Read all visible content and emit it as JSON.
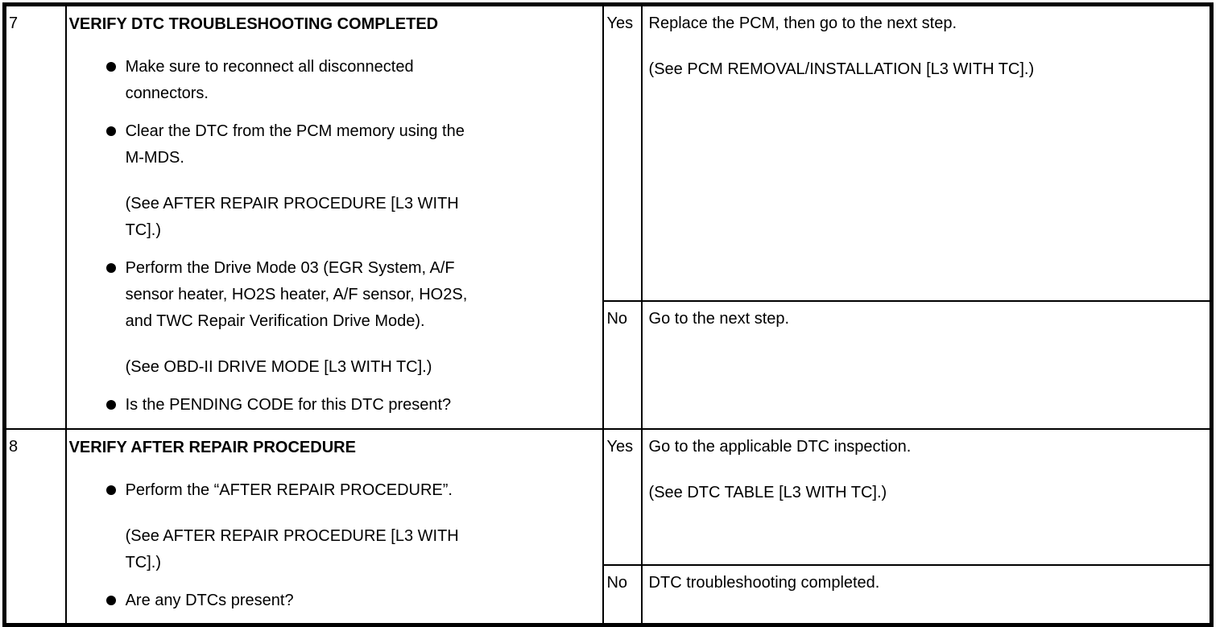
{
  "page": {
    "background_color": "#ffffff",
    "line_color": "#000000",
    "text_color": "#000000"
  },
  "table": {
    "steps": [
      {
        "step": "7",
        "title": "VERIFY DTC TROUBLESHOOTING COMPLETED",
        "blocks": [
          {
            "type": "bullet",
            "lines": [
              "Make sure to reconnect all disconnected",
              "connectors."
            ]
          },
          {
            "type": "bullet",
            "lines": [
              "Clear the DTC from the PCM memory using the",
              "M-MDS."
            ]
          },
          {
            "type": "note",
            "lines": [
              "(See AFTER REPAIR PROCEDURE [L3 WITH",
              "TC].)"
            ]
          },
          {
            "type": "bullet",
            "lines": [
              "Perform the Drive Mode 03 (EGR System, A/F",
              "sensor heater, HO2S heater, A/F sensor, HO2S,",
              "and TWC Repair Verification Drive Mode)."
            ]
          },
          {
            "type": "note",
            "lines": [
              "(See OBD-II DRIVE MODE [L3 WITH TC].)"
            ]
          },
          {
            "type": "bullet",
            "lines": [
              "Is the PENDING CODE for this DTC present?"
            ]
          }
        ],
        "yes": {
          "label": "Yes",
          "paragraphs": [
            [
              "Replace the PCM, then go to the next step."
            ],
            [
              "(See PCM REMOVAL/INSTALLATION [L3 WITH TC].)"
            ]
          ]
        },
        "no": {
          "label": "No",
          "paragraphs": [
            [
              "Go to the next step."
            ]
          ]
        }
      },
      {
        "step": "8",
        "title": "VERIFY AFTER REPAIR PROCEDURE",
        "blocks": [
          {
            "type": "bullet",
            "lines": [
              "Perform the “AFTER REPAIR PROCEDURE”."
            ]
          },
          {
            "type": "note",
            "lines": [
              "(See AFTER REPAIR PROCEDURE [L3 WITH",
              "TC].)"
            ]
          },
          {
            "type": "bullet",
            "lines": [
              "Are any DTCs present?"
            ]
          }
        ],
        "yes": {
          "label": "Yes",
          "paragraphs": [
            [
              "Go to the applicable DTC inspection."
            ],
            [
              "(See DTC TABLE [L3 WITH TC].)"
            ]
          ]
        },
        "no": {
          "label": "No",
          "paragraphs": [
            [
              "DTC troubleshooting completed."
            ]
          ]
        }
      }
    ]
  }
}
